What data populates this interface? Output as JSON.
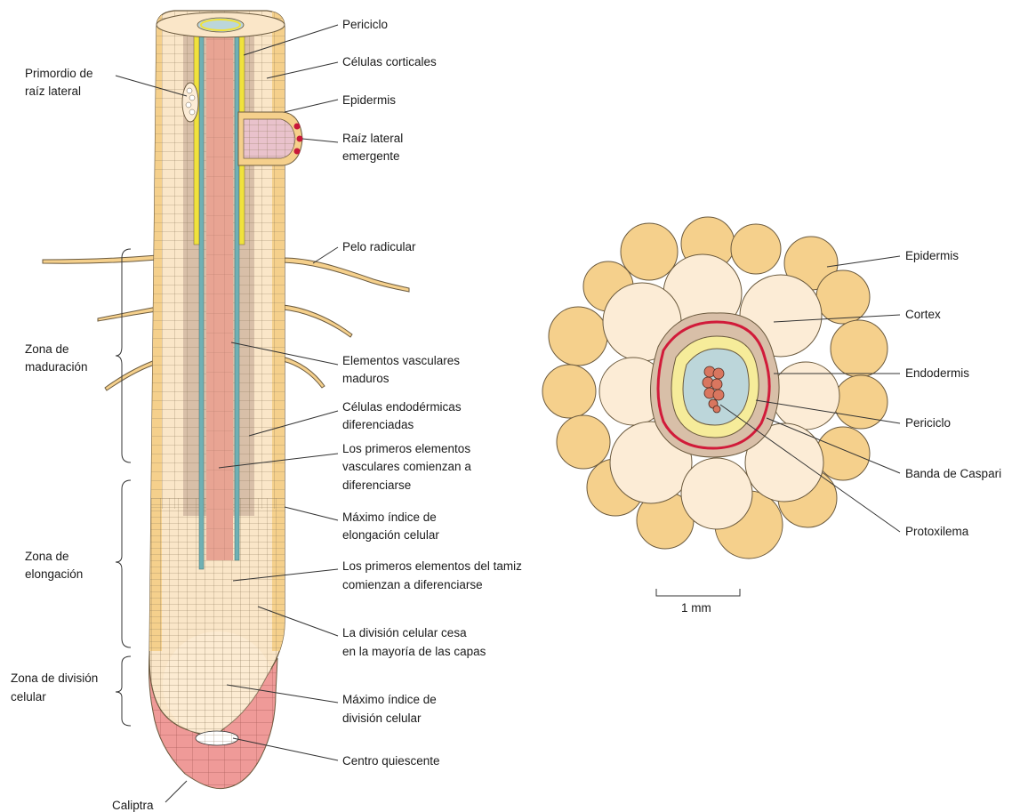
{
  "colors": {
    "epidermis": "#f5d08c",
    "cortex": "#fae6c8",
    "cortex_light": "#fcecd6",
    "endodermis": "#d8bfa8",
    "pericycle": "#f6ec9a",
    "vascular_stele": "#bcd6da",
    "xylem": "#e8a493",
    "pericycle_yellow": "#f0e23c",
    "phloem_line": "#6fb0b4",
    "calyptra": "#ef9a98",
    "casparian_band": "#d11b3a",
    "outline": "#6b5a3e"
  },
  "longitudinal": {
    "labels": {
      "periciclo": "Periciclo",
      "celulas_corticales": "Células corticales",
      "epidermis": "Epidermis",
      "primordio_line1": "Primordio de",
      "primordio_line2": "raíz lateral",
      "raiz_lateral_line1": "Raíz lateral",
      "raiz_lateral_line2": "emergente",
      "pelo_radicular": "Pelo radicular",
      "elementos_maduros_line1": "Elementos vasculares",
      "elementos_maduros_line2": "maduros",
      "celulas_endo_line1": "Células endodérmicas",
      "celulas_endo_line2": "diferenciadas",
      "primeros_vasc_line1": "Los primeros elementos",
      "primeros_vasc_line2": "vasculares comienzan a",
      "primeros_vasc_line3": "diferenciarse",
      "max_elong_line1": "Máximo índice de",
      "max_elong_line2": "elongación celular",
      "primeros_tamiz_line1": "Los primeros elementos del tamiz",
      "primeros_tamiz_line2": "comienzan a diferenciarse",
      "division_cesa_line1": "La división celular cesa",
      "division_cesa_line2": "en la mayoría de las capas",
      "max_div_line1": "Máximo índice de",
      "max_div_line2": "división celular",
      "centro_quiescente": "Centro quiescente",
      "caliptra": "Caliptra"
    },
    "zones": {
      "maduracion_line1": "Zona de",
      "maduracion_line2": "maduración",
      "elongacion_line1": "Zona de",
      "elongacion_line2": "elongación",
      "division_line1": "Zona de división",
      "division_line2": "celular"
    }
  },
  "cross_section": {
    "labels": {
      "epidermis": "Epidermis",
      "cortex": "Cortex",
      "endodermis": "Endodermis",
      "periciclo": "Periciclo",
      "banda_caspari": "Banda de Caspari",
      "protoxilema": "Protoxilema"
    },
    "scale_bar": "1 mm"
  }
}
